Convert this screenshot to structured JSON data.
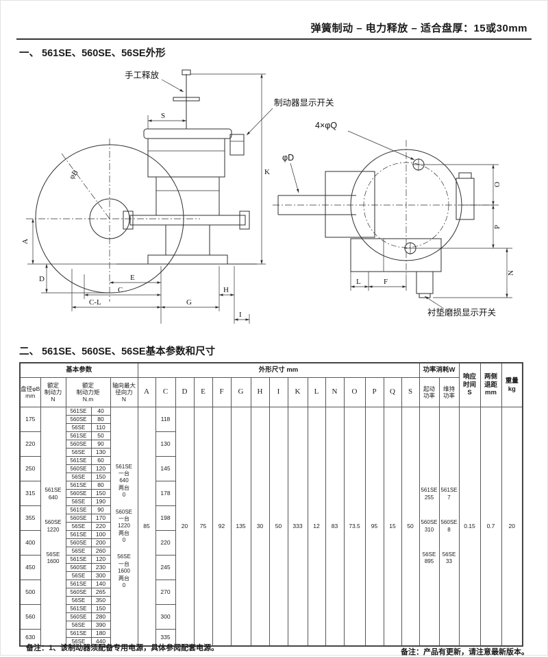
{
  "page": {
    "top_note": "弹簧制动 – 电力释放 – 适合盘厚：15或30mm",
    "section1_title": "一、 561SE、560SE、56SE外形",
    "section2_title": "二、 561SE、560SE、56SE基本参数和尺寸",
    "footnote_left": "备注：1、该制动器须配备专用电源，具体参阅配套电源。",
    "footnote_right": "备注：产品有更新，请注意最新版本。"
  },
  "drawing": {
    "manual_release_label": "手工释放",
    "brake_switch_label": "制动器显示开关",
    "wear_switch_label": "衬垫磨损显示开关",
    "holes_label": "4×φQ",
    "phi_d_label": "φD",
    "phi_b_label": "φB",
    "dim_s": "S",
    "dim_k": "K",
    "dim_a": "A",
    "dim_d": "D",
    "dim_e": "E",
    "dim_c": "C",
    "dim_cl": "C-L",
    "dim_g": "G",
    "dim_h": "H",
    "dim_i": "I",
    "dim_o": "O",
    "dim_p": "P",
    "dim_n": "N",
    "dim_l": "L",
    "dim_f": "F"
  },
  "table": {
    "header": {
      "basic_params": "基本参数",
      "outer_dims": "外形尺寸 mm",
      "power": "功率消耗W",
      "response": "响应\n时间\nS",
      "retreat": "两侧\n退距\nmm",
      "weight": "重量\nkg",
      "disc": "盘径φB\nmm",
      "force": "额定\n制动力\nN",
      "torque": "额定\n制动力矩\nN.m",
      "axial": "轴向最大\n径向力\nN",
      "dim_cols": [
        "A",
        "C",
        "D",
        "E",
        "F",
        "G",
        "H",
        "I",
        "K",
        "L",
        "N",
        "O",
        "P",
        "Q",
        "S"
      ],
      "start_power": "起动\n功率",
      "hold_power": "维持\n功率"
    },
    "groups": [
      {
        "disc": "175",
        "c": "118",
        "rows": [
          [
            "561SE",
            "40"
          ],
          [
            "560SE",
            "80"
          ],
          [
            "56SE",
            "110"
          ]
        ]
      },
      {
        "disc": "220",
        "c": "130",
        "rows": [
          [
            "561SE",
            "50"
          ],
          [
            "560SE",
            "90"
          ],
          [
            "56SE",
            "130"
          ]
        ]
      },
      {
        "disc": "250",
        "c": "145",
        "rows": [
          [
            "561SE",
            "60"
          ],
          [
            "560SE",
            "120"
          ],
          [
            "56SE",
            "150"
          ]
        ]
      },
      {
        "disc": "315",
        "c": "178",
        "rows": [
          [
            "561SE",
            "80"
          ],
          [
            "560SE",
            "150"
          ],
          [
            "56SE",
            "190"
          ]
        ]
      },
      {
        "disc": "355",
        "c": "198",
        "rows": [
          [
            "561SE",
            "90"
          ],
          [
            "560SE",
            "170"
          ],
          [
            "56SE",
            "220"
          ]
        ]
      },
      {
        "disc": "400",
        "c": "220",
        "rows": [
          [
            "561SE",
            "100"
          ],
          [
            "560SE",
            "200"
          ],
          [
            "56SE",
            "260"
          ]
        ]
      },
      {
        "disc": "450",
        "c": "245",
        "rows": [
          [
            "561SE",
            "120"
          ],
          [
            "560SE",
            "230"
          ],
          [
            "56SE",
            "300"
          ]
        ]
      },
      {
        "disc": "500",
        "c": "270",
        "rows": [
          [
            "561SE",
            "140"
          ],
          [
            "560SE",
            "265"
          ],
          [
            "56SE",
            "350"
          ]
        ]
      },
      {
        "disc": "560",
        "c": "300",
        "rows": [
          [
            "561SE",
            "150"
          ],
          [
            "560SE",
            "280"
          ],
          [
            "56SE",
            "390"
          ]
        ]
      },
      {
        "disc": "630",
        "c": "335",
        "rows": [
          [
            "561SE",
            "180"
          ],
          [
            "56SE",
            "440"
          ]
        ]
      }
    ],
    "merged": {
      "force_blocks": [
        [
          "561SE",
          "640"
        ],
        [
          "560SE",
          "1220"
        ],
        [
          "56SE",
          "1600"
        ]
      ],
      "axial_blocks": [
        [
          "561SE",
          "一台",
          "640",
          "两台",
          "0"
        ],
        [
          "560SE",
          "一台",
          "1220",
          "两台",
          "0"
        ],
        [
          "56SE",
          "一台",
          "1600",
          "两台",
          "0"
        ]
      ],
      "dims": {
        "A": "85",
        "D": "20",
        "E": "75",
        "F": "92",
        "G": "135",
        "H": "30",
        "I": "50",
        "K": "333",
        "L": "12",
        "N": "83",
        "O": "73.5",
        "P": "95",
        "Q": "15",
        "S": "50"
      },
      "start_blocks": [
        [
          "561SE",
          "255"
        ],
        [
          "560SE",
          "310"
        ],
        [
          "56SE",
          "895"
        ]
      ],
      "hold_blocks": [
        [
          "561SE",
          "7"
        ],
        [
          "560SE",
          "8"
        ],
        [
          "56SE",
          "33"
        ]
      ],
      "response": "0.15",
      "retreat": "0.7",
      "weight": "20"
    }
  }
}
